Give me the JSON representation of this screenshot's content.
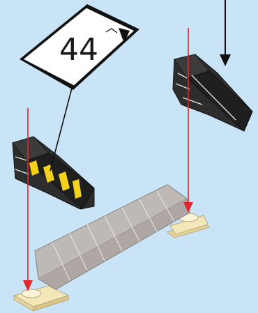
{
  "instruction_step": {
    "sticker": {
      "number": "44",
      "background": "#ffffff",
      "border": "#111111"
    },
    "parts": [
      {
        "name": "black-slope-brick-left",
        "color": "#2d2d2d",
        "decal": "yellow-black-hazard-stripes"
      },
      {
        "name": "black-slope-brick-right",
        "color": "#2d2d2d"
      },
      {
        "name": "light-gray-curved-slope-plate",
        "color": "#bfb9b6"
      },
      {
        "name": "tan-round-plate-left",
        "color": "#f3e6b8"
      },
      {
        "name": "tan-round-plate-right",
        "color": "#f3e6b8"
      }
    ],
    "arrows": {
      "placement_color": "#e1262d",
      "direction_color": "#111111"
    },
    "colors": {
      "background": "#c9e4f7",
      "stripe_yellow": "#f3d21a"
    }
  }
}
